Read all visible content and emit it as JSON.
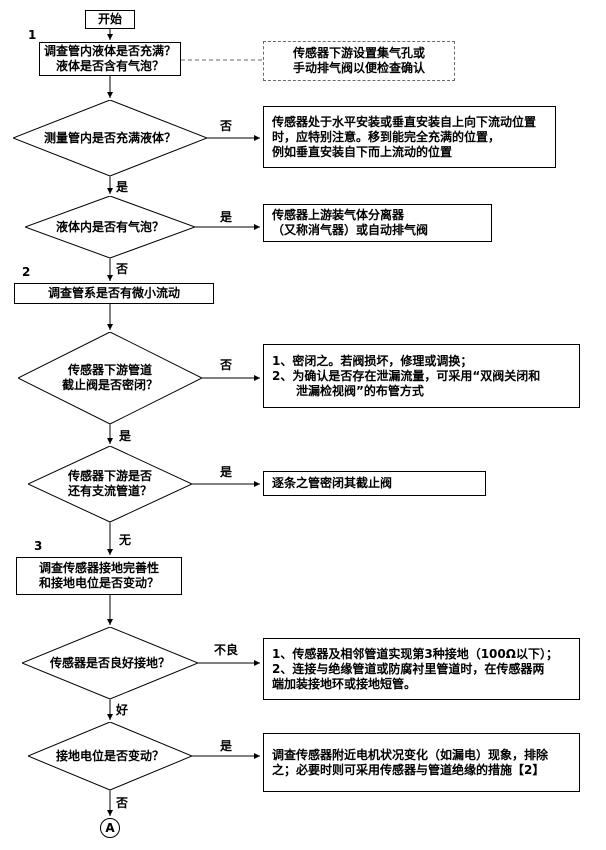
{
  "colors": {
    "line": "#000000",
    "dashed_gray": "#6a6a6a",
    "background": "#ffffff",
    "text": "#000000"
  },
  "section_markers": {
    "m1": "1",
    "m2": "2",
    "m3": "3"
  },
  "nodes": {
    "start": {
      "label": "开始"
    },
    "p1": {
      "label": "调查管内液体是否充满？\n液体是否含有气泡？"
    },
    "d1": {
      "label": "传感器下游设置集气孔或\n手动排气阀以便检查确认"
    },
    "q1": {
      "label": "测量管内是否充满液体？"
    },
    "r1": {
      "label": "传感器处于水平安装或垂直安装自上向下流动位置\n时，应特别注意。移到能完全充满的位置，\n例如垂直安装自下而上流动的位置"
    },
    "q2": {
      "label": "液体内是否有气泡？"
    },
    "r2": {
      "label": "传感器上游装气体分离器\n（又称消气器）或自动排气阀"
    },
    "p2": {
      "label": "调查管系是否有微小流动"
    },
    "q3": {
      "label": "传感器下游管道\n截止阀是否密闭？"
    },
    "r3": {
      "label": "1、密闭之。若阀损坏，修理或调换；\n2、为确认是否存在泄漏流量，可采用“双阀关闭和\n　　泄漏检视阀”的布管方式"
    },
    "q4": {
      "label": "传感器下游是否\n还有支流管道？"
    },
    "r4": {
      "label": "逐条之管密闭其截止阀"
    },
    "p3": {
      "label": "调查传感器接地完善性\n和接地电位是否变动？"
    },
    "q5": {
      "label": "传感器是否良好接地？"
    },
    "r5": {
      "label": "1、传感器及相邻管道实现第3种接地（100Ω以下）；\n2、连接与绝缘管道或防腐衬里管道时，在传感器两\n端加装接地环或接地短管。"
    },
    "q6": {
      "label": "接地电位是否变动？"
    },
    "r6": {
      "label": "调查传感器附近电机状况变化（如漏电）现象，排除\n之；必要时则可采用传感器与管道绝缘的措施【2】"
    },
    "end": {
      "label": "A"
    }
  },
  "edge_labels": {
    "q1_no": "否",
    "q1_yes": "是",
    "q2_yes": "是",
    "q2_no": "否",
    "q3_no": "否",
    "q3_yes": "是",
    "q4_yes": "是",
    "q4_none": "无",
    "q5_bad": "不良",
    "q5_good": "好",
    "q6_yes": "是",
    "q6_no": "否"
  }
}
